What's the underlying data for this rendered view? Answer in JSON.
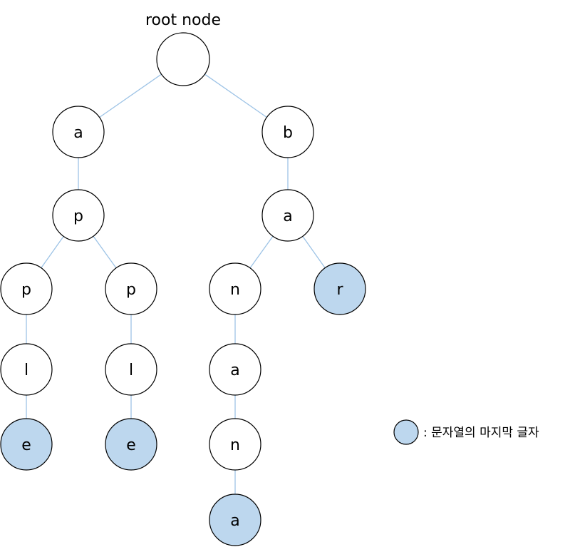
{
  "root_label": "root node",
  "legend": {
    "text": ": 문자열의 마지막 글자"
  },
  "colors": {
    "terminal_fill": "#bdd7ee",
    "edge": "#9dc3e6",
    "stroke": "#000000",
    "node_fill": "#ffffff"
  },
  "nodes": [
    {
      "id": "root",
      "letter": "",
      "terminal": false
    },
    {
      "id": "n-a1",
      "letter": "a",
      "terminal": false
    },
    {
      "id": "n-b",
      "letter": "b",
      "terminal": false
    },
    {
      "id": "n-p1",
      "letter": "p",
      "terminal": false
    },
    {
      "id": "n-a2",
      "letter": "a",
      "terminal": false
    },
    {
      "id": "n-p2",
      "letter": "p",
      "terminal": false
    },
    {
      "id": "n-p3",
      "letter": "p",
      "terminal": false
    },
    {
      "id": "n-n1",
      "letter": "n",
      "terminal": false
    },
    {
      "id": "n-r",
      "letter": "r",
      "terminal": true
    },
    {
      "id": "n-l1",
      "letter": "l",
      "terminal": false
    },
    {
      "id": "n-l2",
      "letter": "l",
      "terminal": false
    },
    {
      "id": "n-a3",
      "letter": "a",
      "terminal": false
    },
    {
      "id": "n-e1",
      "letter": "e",
      "terminal": true
    },
    {
      "id": "n-e2",
      "letter": "e",
      "terminal": true
    },
    {
      "id": "n-n2",
      "letter": "n",
      "terminal": false
    },
    {
      "id": "n-a4",
      "letter": "a",
      "terminal": true
    }
  ],
  "edges": [
    [
      "root",
      "n-a1"
    ],
    [
      "root",
      "n-b"
    ],
    [
      "n-a1",
      "n-p1"
    ],
    [
      "n-b",
      "n-a2"
    ],
    [
      "n-p1",
      "n-p2"
    ],
    [
      "n-p1",
      "n-p3"
    ],
    [
      "n-a2",
      "n-n1"
    ],
    [
      "n-a2",
      "n-r"
    ],
    [
      "n-p2",
      "n-l1"
    ],
    [
      "n-p3",
      "n-l2"
    ],
    [
      "n-n1",
      "n-a3"
    ],
    [
      "n-l1",
      "n-e1"
    ],
    [
      "n-l2",
      "n-e2"
    ],
    [
      "n-a3",
      "n-n2"
    ],
    [
      "n-n2",
      "n-a4"
    ]
  ]
}
